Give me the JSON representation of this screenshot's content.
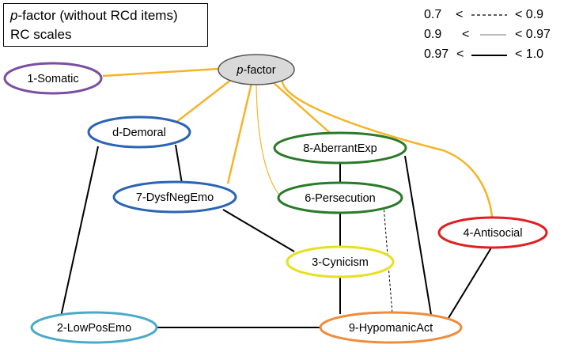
{
  "title": {
    "line1_italic": "p",
    "line1_rest": "-factor (without RCd items)",
    "line2": "RC scales"
  },
  "legend": [
    {
      "low": "0.7",
      "op": "<",
      "high": "< 0.9",
      "style": "dashed"
    },
    {
      "low": "0.9",
      "op": "<",
      "high": "< 0.97",
      "style": "thin"
    },
    {
      "low": "0.97",
      "op": "<",
      "high": "< 1.0",
      "style": "thick"
    }
  ],
  "nodes": {
    "pfactor": {
      "italic": "p",
      "rest": "-factor",
      "fill": "#d9d9d9",
      "stroke": "#555555"
    },
    "somatic": {
      "label": "1-Somatic",
      "stroke": "#7b4fa0"
    },
    "demoral": {
      "label": "d-Demoral",
      "stroke": "#2a64b4"
    },
    "dysfnegemo": {
      "label": "7-DysfNegEmo",
      "stroke": "#2a64b4"
    },
    "aberrantexp": {
      "label": "8-AberrantExp",
      "stroke": "#2a7a2a"
    },
    "persecution": {
      "label": "6-Persecution",
      "stroke": "#2a7a2a"
    },
    "antisocial": {
      "label": "4-Antisocial",
      "stroke": "#e02020"
    },
    "cynicism": {
      "label": "3-Cynicism",
      "stroke": "#e6e020"
    },
    "lowposemo": {
      "label": "2-LowPosEmo",
      "stroke": "#4aaac8"
    },
    "hypomanicact": {
      "label": "9-HypomanicAct",
      "stroke": "#ef8c3c"
    }
  },
  "colors": {
    "pfactor_link": "#f5b428",
    "scale_link": "#000000"
  }
}
